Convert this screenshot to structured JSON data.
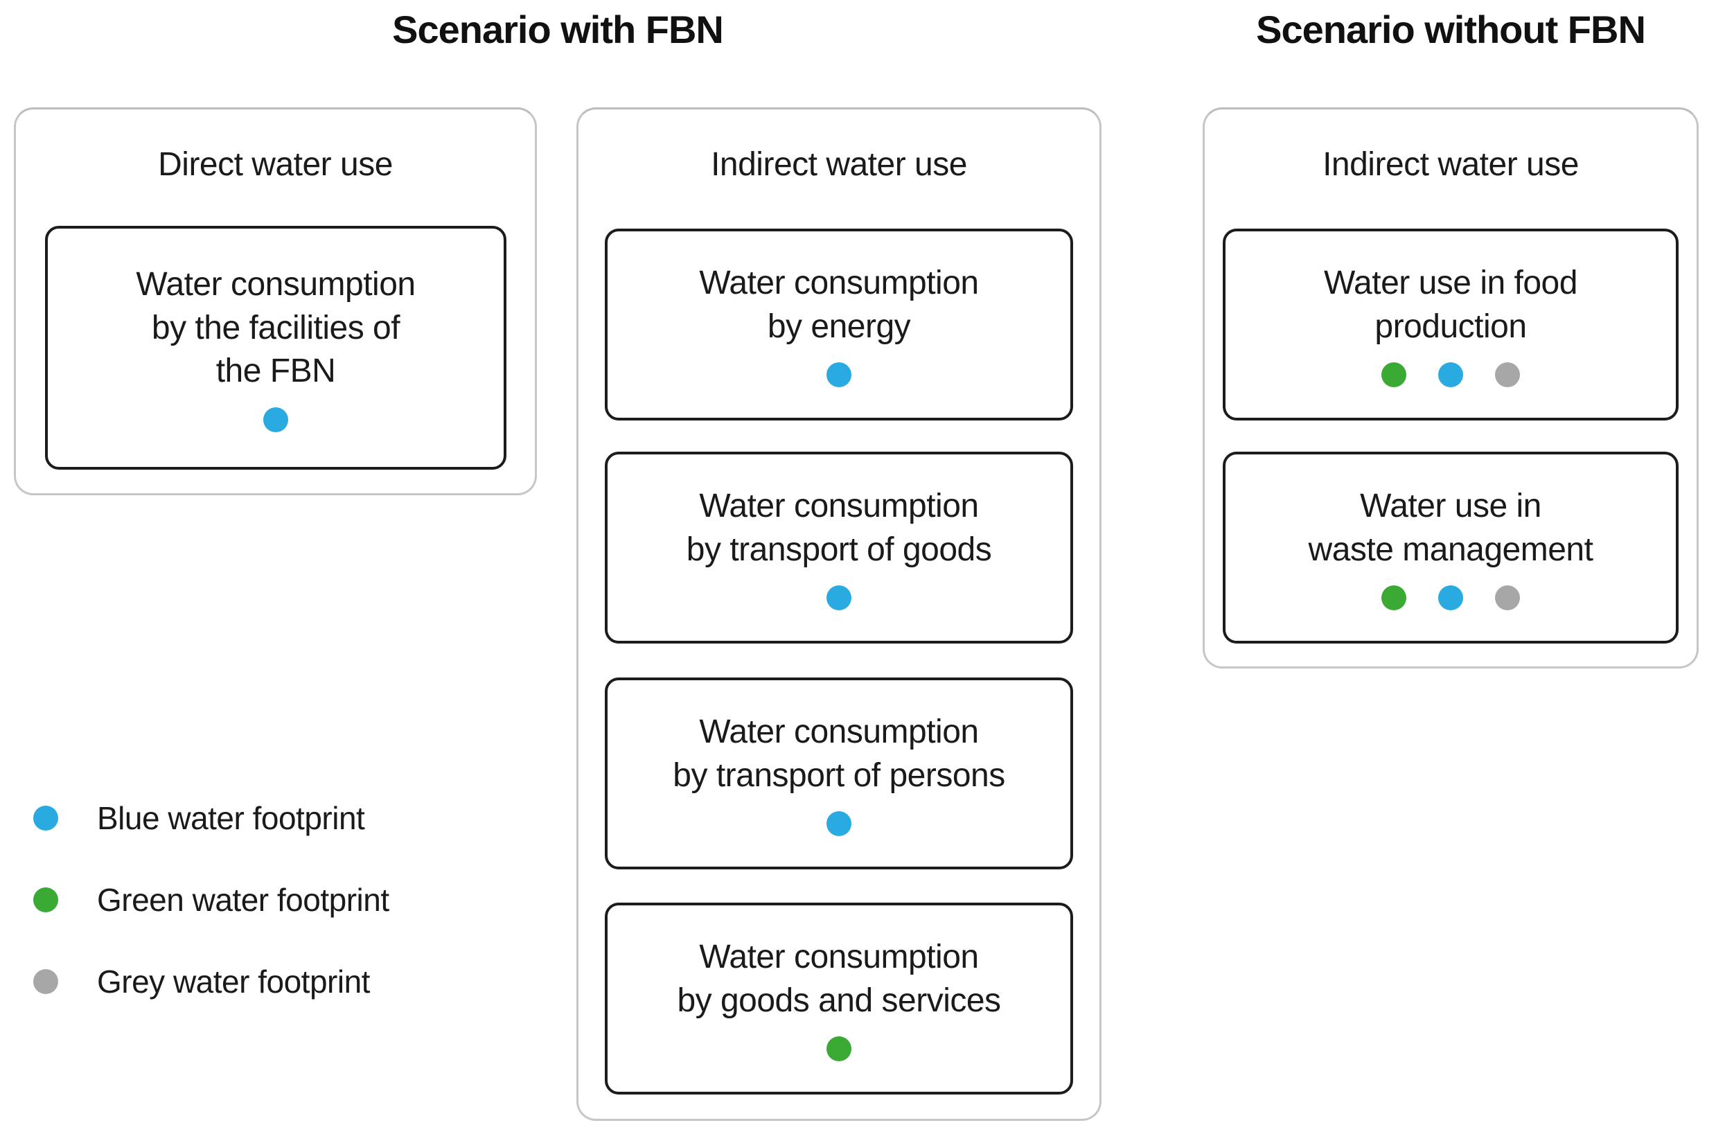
{
  "headers": {
    "with_fbn": "Scenario with FBN",
    "without_fbn": "Scenario without FBN"
  },
  "colors": {
    "blue": "#29abe2",
    "green": "#3aaa35",
    "grey": "#a7a7a7"
  },
  "panels": {
    "direct": {
      "heading": "Direct water use",
      "boxes": [
        {
          "lines": [
            "Water consumption",
            "by the facilities of",
            "the FBN"
          ],
          "dots": [
            "blue"
          ]
        }
      ]
    },
    "indirect_with": {
      "heading": "Indirect water use",
      "boxes": [
        {
          "lines": [
            "Water consumption",
            "by energy"
          ],
          "dots": [
            "blue"
          ]
        },
        {
          "lines": [
            "Water consumption",
            "by transport of goods"
          ],
          "dots": [
            "blue"
          ]
        },
        {
          "lines": [
            "Water consumption",
            "by transport of persons"
          ],
          "dots": [
            "blue"
          ]
        },
        {
          "lines": [
            "Water consumption",
            "by goods and services"
          ],
          "dots": [
            "green"
          ]
        }
      ]
    },
    "indirect_without": {
      "heading": "Indirect water use",
      "boxes": [
        {
          "lines": [
            "Water use in food",
            "production"
          ],
          "dots": [
            "green",
            "blue",
            "grey"
          ]
        },
        {
          "lines": [
            "Water use in",
            "waste management"
          ],
          "dots": [
            "green",
            "blue",
            "grey"
          ]
        }
      ]
    }
  },
  "legend": {
    "items": [
      {
        "label": "Blue water footprint",
        "color": "blue"
      },
      {
        "label": "Green water footprint",
        "color": "green"
      },
      {
        "label": "Grey water footprint",
        "color": "grey"
      }
    ]
  }
}
